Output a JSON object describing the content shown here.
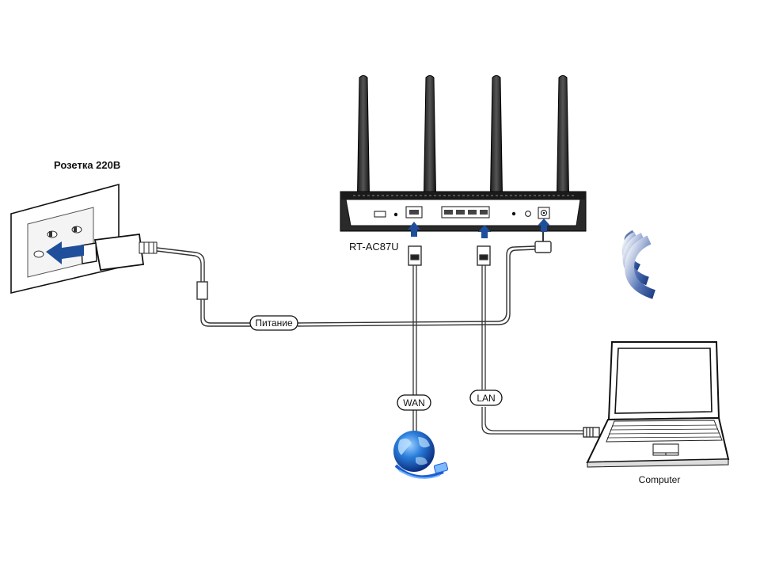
{
  "labels": {
    "outlet": "Розетка 220В",
    "router_model": "RT-AC87U",
    "power": "Питание",
    "wan": "WAN",
    "lan": "LAN",
    "computer": "Computer"
  },
  "icons": [
    "wall-outlet-icon",
    "power-adapter-icon",
    "router-icon",
    "wifi-signal-icon",
    "globe-internet-icon",
    "laptop-icon",
    "arrow-up-icon"
  ],
  "colors": {
    "arrow_blue": "#1f4f9a",
    "globe_blue": "#1a6fd1",
    "wifi_blue": "#2c4f96"
  }
}
